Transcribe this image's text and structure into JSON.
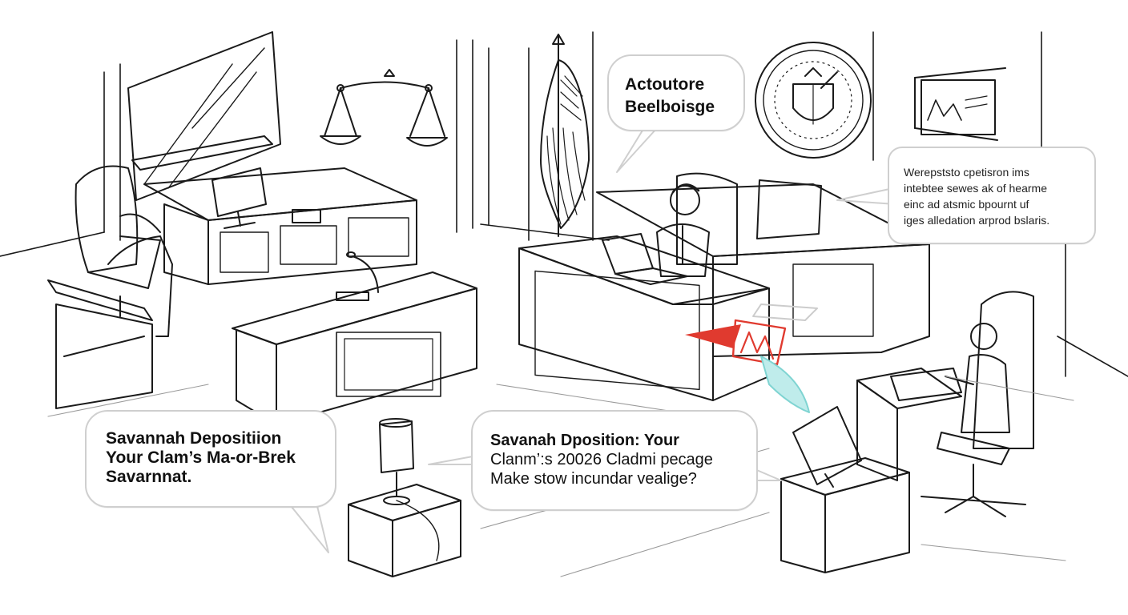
{
  "bubbles": {
    "top": {
      "lines": [
        "Actoutore",
        "Beelboisge"
      ]
    },
    "right": {
      "lines": [
        "Werepststo cpetisron ims",
        "intebtee sewes ak of hearme",
        "einc ad atsmic bpournt uf",
        "iges alledation arprod bslaris."
      ]
    },
    "left": {
      "lines": [
        "Savannah Depositiion",
        "Your Clam’s Ma-or-Brek",
        "Savarnnat."
      ]
    },
    "mid": {
      "lines": [
        "Savanah Dposition: Your",
        "Clanm’:s 20026 Cladmi pecage",
        "Make stow incundar vealige?"
      ]
    }
  },
  "colors": {
    "ink": "#1a1a1a",
    "accent_red": "#e03a2f",
    "accent_teal": "#7fd4d2",
    "bubble_border": "#cfcfcf"
  },
  "icons": [
    "scales-of-justice",
    "american-flag",
    "court-seal",
    "framed-chart",
    "computer-monitor",
    "laptop",
    "desk-lamp",
    "office-chair",
    "microphone",
    "document-papers"
  ]
}
